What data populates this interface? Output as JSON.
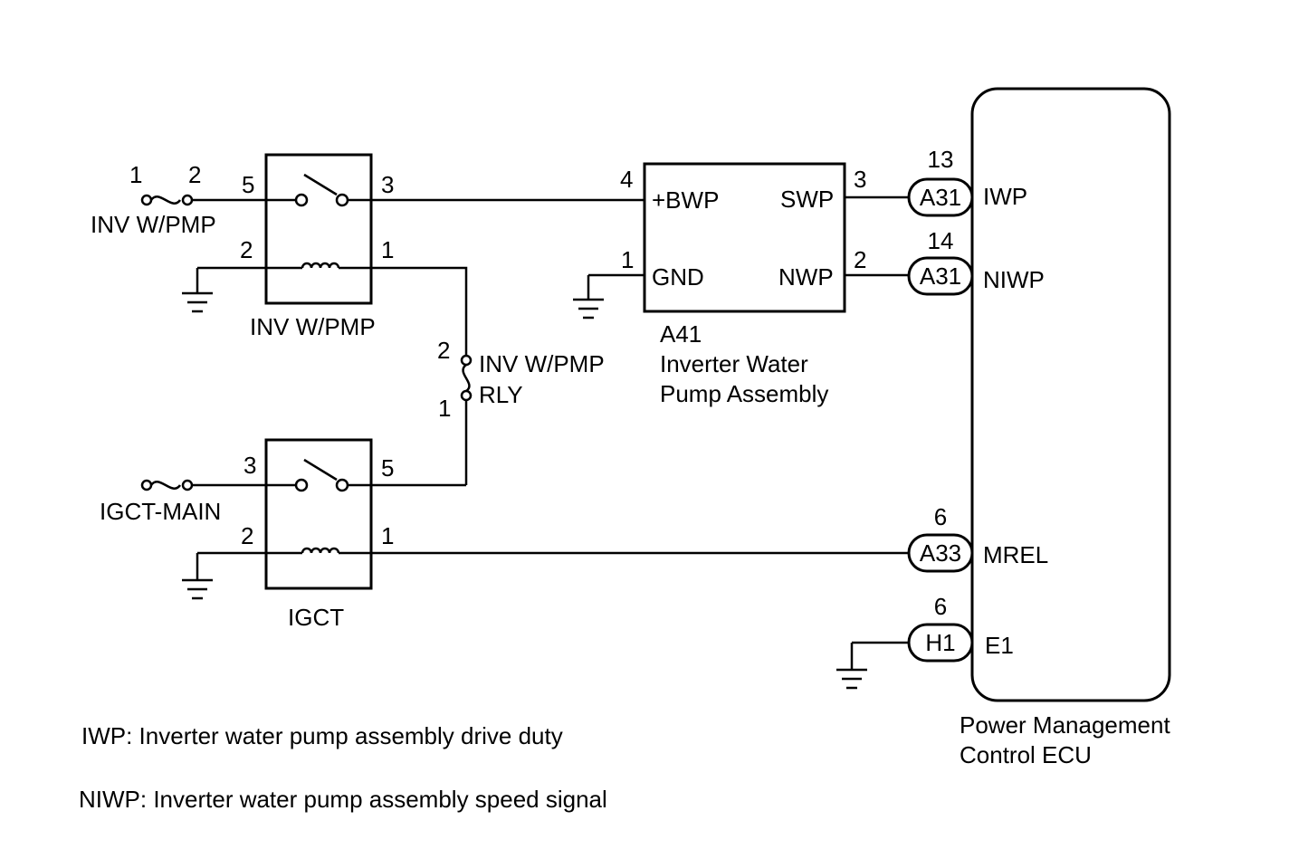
{
  "fuse_inv_wpmp": {
    "pin_a": "1",
    "pin_b": "2",
    "label": "INV W/PMP"
  },
  "relay_inv_wpmp": {
    "label": "INV W/PMP",
    "pin_5": "5",
    "pin_3": "3",
    "pin_2": "2",
    "pin_1": "1"
  },
  "fuse_rly": {
    "pin_2": "2",
    "pin_1": "1",
    "label_line1": "INV W/PMP",
    "label_line2": "RLY"
  },
  "fuse_igct_main": {
    "label": "IGCT-MAIN"
  },
  "relay_igct": {
    "label": "IGCT",
    "pin_3": "3",
    "pin_5": "5",
    "pin_2": "2",
    "pin_1": "1"
  },
  "pump_assembly": {
    "code": "A41",
    "name_line1": "Inverter Water",
    "name_line2": "Pump Assembly",
    "pin_bwp_num": "4",
    "pin_bwp": "+BWP",
    "pin_gnd_num": "1",
    "pin_gnd": "GND",
    "pin_swp_num": "3",
    "pin_swp": "SWP",
    "pin_nwp_num": "2",
    "pin_nwp": "NWP"
  },
  "ecu": {
    "name_line1": "Power Management",
    "name_line2": "Control ECU",
    "terminals": [
      {
        "connector": "A31",
        "pin": "13",
        "name": "IWP"
      },
      {
        "connector": "A31",
        "pin": "14",
        "name": "NIWP"
      },
      {
        "connector": "A33",
        "pin": "6",
        "name": "MREL"
      },
      {
        "connector": "H1",
        "pin": "6",
        "name": "E1"
      }
    ]
  },
  "notes": [
    "IWP: Inverter water pump assembly drive duty",
    "NIWP: Inverter water pump assembly speed signal"
  ]
}
